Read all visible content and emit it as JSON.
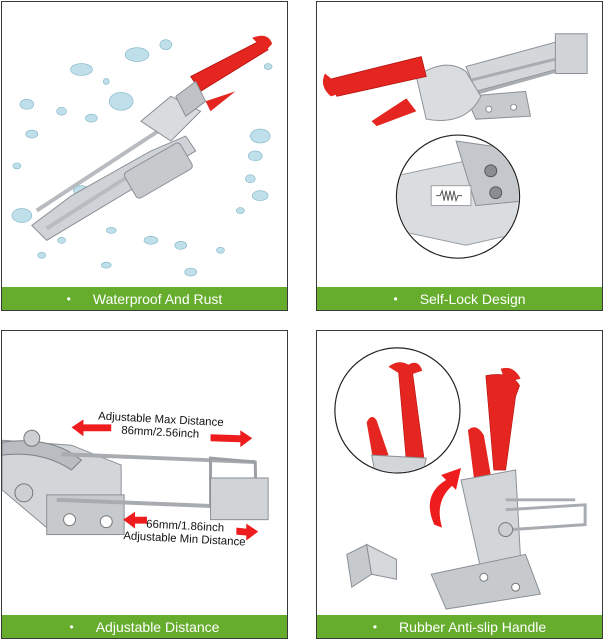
{
  "colors": {
    "caption_bg": "#66ad2e",
    "caption_text": "#ffffff",
    "panel_border": "#3a3a3a",
    "handle_red": "#e52520",
    "metal": "#c4c8cc",
    "arrow_red": "#ee1c1c"
  },
  "panels": [
    {
      "caption": "Waterproof And Rust",
      "bullet": "•",
      "image": "latch-clamp-with-water-splash"
    },
    {
      "caption": "Self-Lock Design",
      "bullet": "•",
      "image": "latch-clamp-with-spring-lock-closeup"
    },
    {
      "caption": "Adjustable Distance",
      "bullet": "•",
      "image": "latch-clamp-dimensions",
      "annotations": {
        "max_label": "Adjustable Max Distance",
        "max_value": "86mm/2.56inch",
        "min_value": "66mm/1.86inch",
        "min_label": "Adjustable Min Distance"
      }
    },
    {
      "caption": "Rubber Anti-slip Handle",
      "bullet": "•",
      "image": "vertical-latch-clamp-with-handle-closeup"
    }
  ]
}
